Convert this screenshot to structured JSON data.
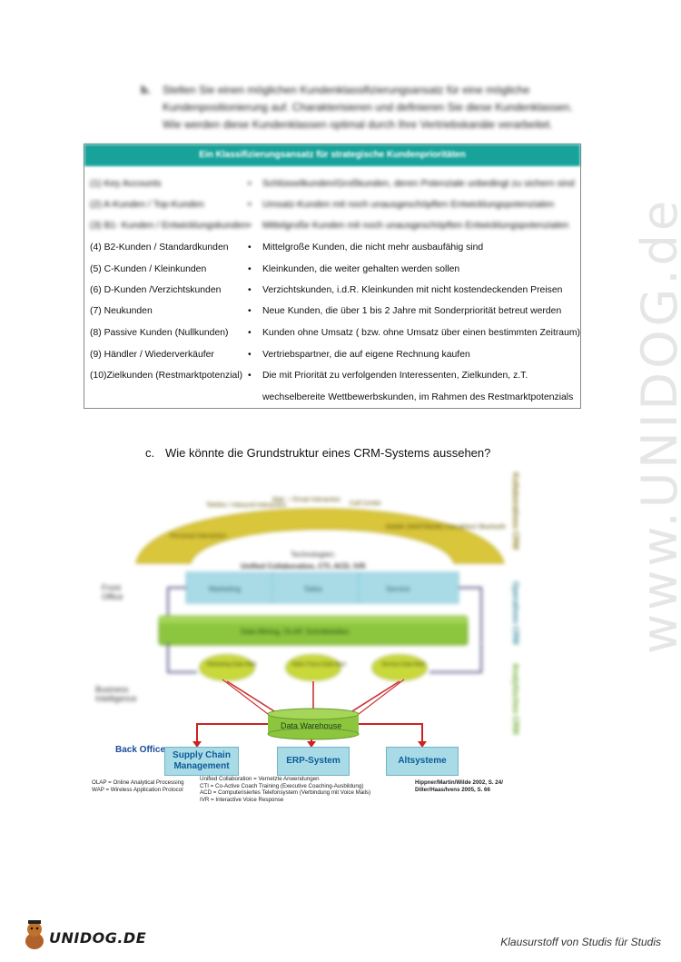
{
  "watermark": "www.UNIDOG.de",
  "task_b": {
    "marker": "b.",
    "text": "Stellen Sie einen möglichen Kundenklassifizierungsansatz für eine mögliche Kundenpositionierung auf. Charakterisieren und definieren Sie diese Kundenklassen. Wie werden diese Kundenklassen optimal durch Ihre Vertriebskanäle verarbeitet."
  },
  "table": {
    "header": "Ein Klassifizierungsansatz für strategische Kundenprioritäten",
    "bullet": "•",
    "rows": [
      {
        "left": "(1) Key Accounts",
        "right": "Schlüsselkunden/Großkunden, deren Potenziale unbedingt zu sichern sind"
      },
      {
        "left": "(2) A-Kunden / Top-Kunden",
        "right": "Umsatz-Kunden mit noch unausgeschöpften Entwicklungspotenzialen"
      },
      {
        "left": "(3) B1- Kunden / Entwicklungskunden",
        "right": "Mittelgroße Kunden mit noch unausgeschöpften Entwicklungspotenzialen"
      },
      {
        "left": "(4) B2-Kunden / Standardkunden",
        "right": "Mittelgroße Kunden, die nicht mehr ausbaufähig sind"
      },
      {
        "left": "(5) C-Kunden / Kleinkunden",
        "right": "Kleinkunden, die weiter gehalten werden sollen"
      },
      {
        "left": "(6) D-Kunden /Verzichtskunden",
        "right": "Verzichtskunden, i.d.R. Kleinkunden mit nicht kostendeckenden Preisen"
      },
      {
        "left": "(7) Neukunden",
        "right": "Neue Kunden, die über 1 bis 2 Jahre mit Sonderpriorität betreut werden"
      },
      {
        "left": "(8) Passive Kunden (Nullkunden)",
        "right": "Kunden ohne Umsatz ( bzw. ohne Umsatz über einen bestimmten Zeitraum)"
      },
      {
        "left": "(9) Händler / Wiederverkäufer",
        "right": "Vertriebspartner, die auf eigene Rechnung kaufen"
      },
      {
        "left": "(10)Zielkunden (Restmarktpotenzial)",
        "right": "Die mit Priorität zu verfolgenden Interessenten, Zielkunden, z.T."
      }
    ],
    "continuation": "wechselbereite Wettbewerbskunden, im Rahmen des Restmarktpotenzials"
  },
  "task_c": {
    "marker": "c.",
    "text": "Wie könnte die Grundstruktur eines CRM-Systems aussehen?"
  },
  "diagram": {
    "arch_items": [
      "Personal Interaction",
      "Telefon / Inbound Interaction",
      "Mail - / Email Interaction",
      "Call Center",
      "Mobile (WAP/iMode) Interaktion/ Bluetooth"
    ],
    "technologies_title": "Technologien:",
    "technologies": "Unified Collaboration, CTI, ACD, IVR",
    "front_office": "Front Office",
    "operative_boxes": [
      "Marketing",
      "Sales",
      "Service"
    ],
    "data_mining": "Data Mining, OLAP, Schnittstellen",
    "marts": [
      "Marketing Data Mart",
      "Sales Force Data Mart",
      "Service Data Mart"
    ],
    "business_intelligence": "Business Intelligence",
    "data_warehouse": "Data Warehouse",
    "back_office": "Back Office",
    "systems": [
      "Supply Chain Management",
      "ERP-System",
      "Altsysteme"
    ],
    "side_labels": [
      "Kollaboratives CRM",
      "Operatives CRM",
      "Analytisches CRM"
    ],
    "legend_left": [
      "OLAP = Online Analytical Processing",
      "WAP = Wireless Application Protocol"
    ],
    "legend_mid": [
      "Unified Collaboration = Vernetzte Anwendungen",
      "CTI = Co-Active Coach Training (Executive Coaching-Ausbildung)",
      "ACD = Computerisiertes Telefonsystem (Verbindung mit Voice Mails)",
      "IVR = Interactive Voice Response"
    ],
    "sources": [
      "Hippner/Martin/Wilde 2002, S. 24/",
      "Diller/Haas/Ivens 2005, S. 66"
    ]
  },
  "footer": {
    "logo": "UNIDOG.DE",
    "tagline": "Klausurstoff von Studis für Studis"
  },
  "colors": {
    "teal": "#17a39a",
    "arch": "#d9c63a",
    "green": "#8cc63e",
    "blue_box": "#a9dbe7",
    "red_arrow": "#cc2222"
  }
}
